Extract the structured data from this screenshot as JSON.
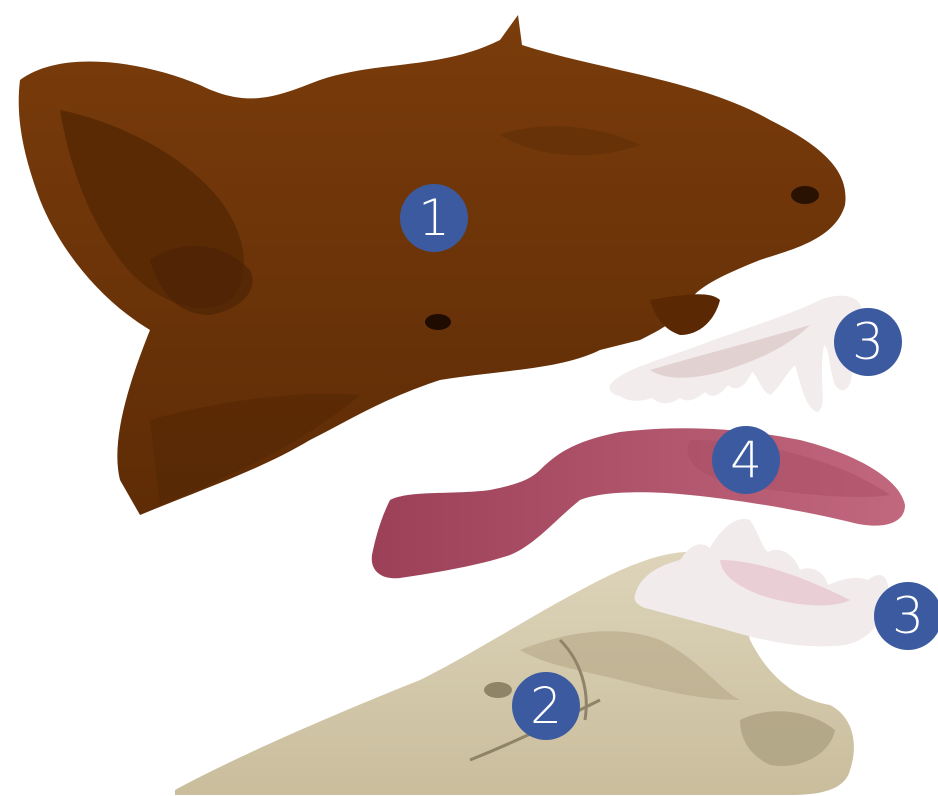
{
  "labels": {
    "head": "1",
    "skull": "2",
    "upper_teeth": "3",
    "lower_teeth": "3",
    "tongue": "4"
  },
  "colors": {
    "head": "#6e3508",
    "head_shadow": "#4f2504",
    "skull": "#d6ccb0",
    "skull_shadow": "#b8ac8c",
    "teeth": "#f4eeee",
    "teeth_shadow": "#dcc8c8",
    "tongue": "#b5566e",
    "tongue_shadow": "#8a3a50",
    "badge": "#3c5aa0",
    "background": "#ffffff"
  }
}
